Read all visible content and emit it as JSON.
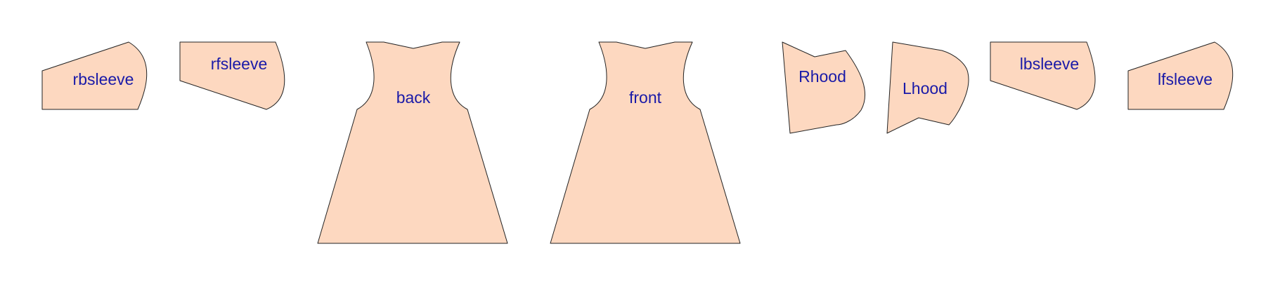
{
  "pieces": {
    "rbsleeve": {
      "label": "rbsleeve"
    },
    "rfsleeve": {
      "label": "rfsleeve"
    },
    "back": {
      "label": "back"
    },
    "front": {
      "label": "front"
    },
    "rhood": {
      "label": "Rhood"
    },
    "lhood": {
      "label": "Lhood"
    },
    "lbsleeve": {
      "label": "lbsleeve"
    },
    "lfsleeve": {
      "label": "lfsleeve"
    }
  },
  "colors": {
    "piece_fill": "#fdd8c0",
    "piece_stroke": "#222222",
    "label_text": "#1a1aa8",
    "background": "#ffffff"
  }
}
